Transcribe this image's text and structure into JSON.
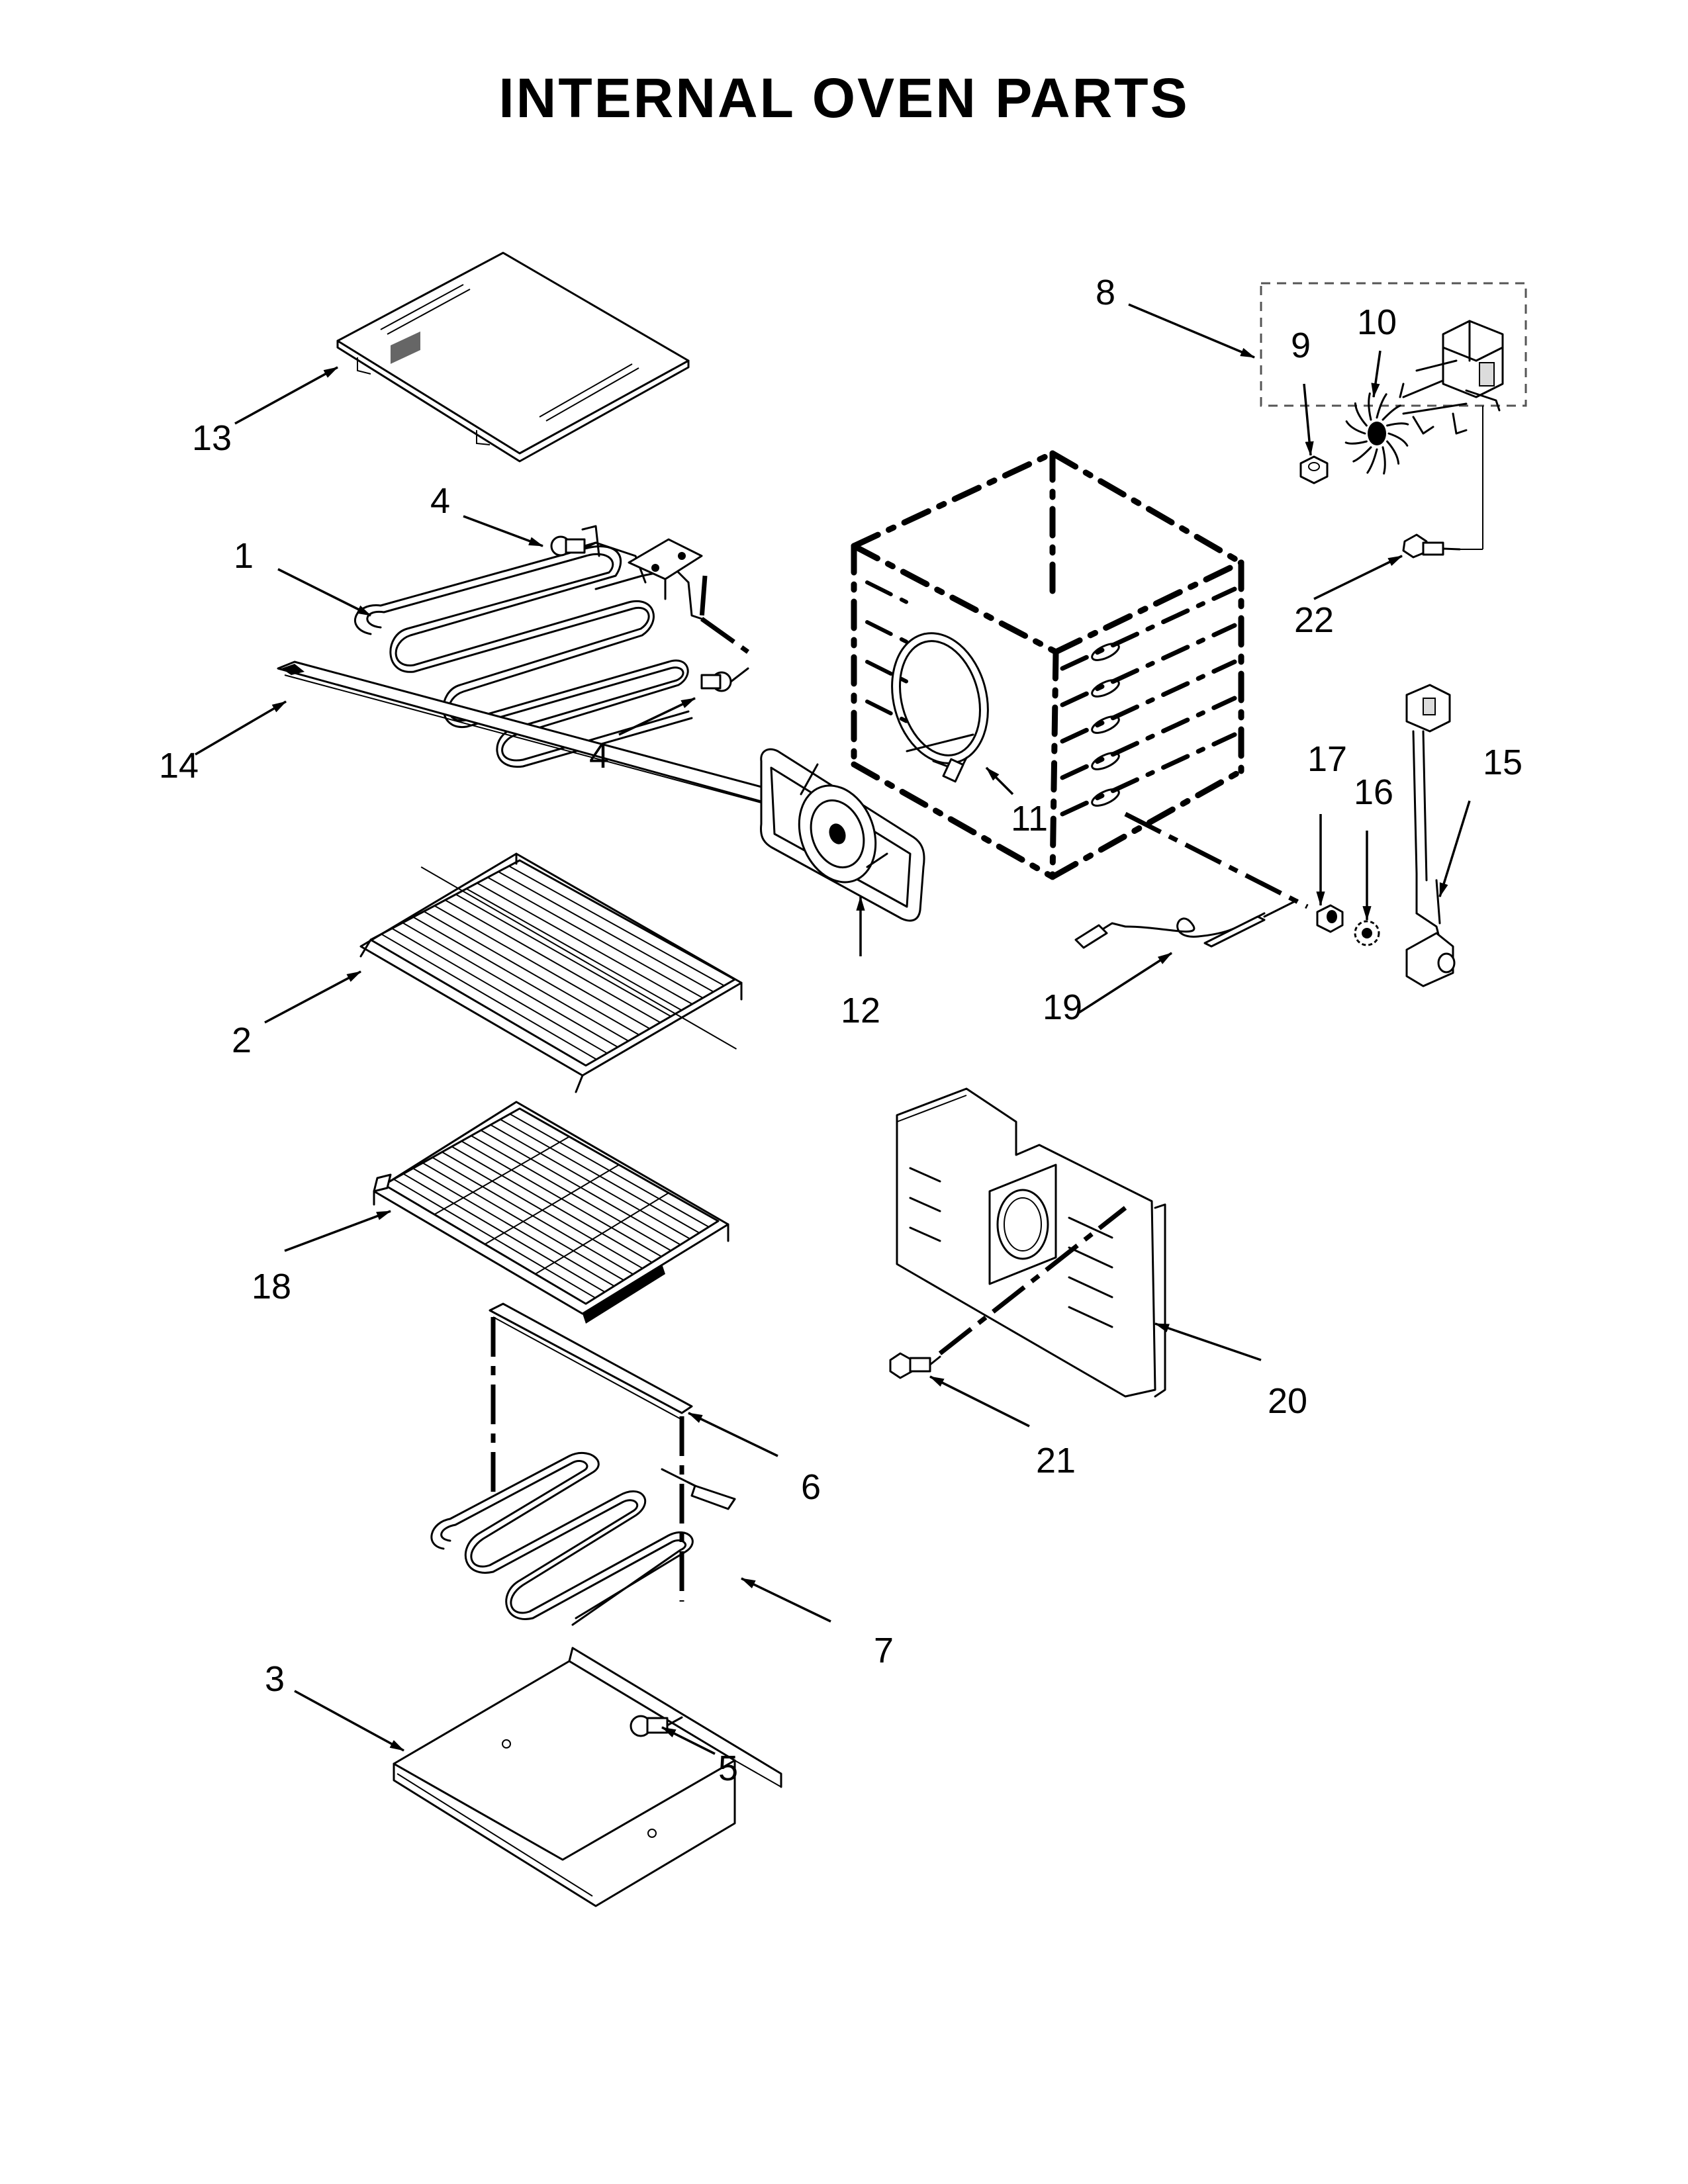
{
  "title": "INTERNAL OVEN PARTS",
  "callouts": [
    {
      "id": "c1",
      "text": "1"
    },
    {
      "id": "c2",
      "text": "2"
    },
    {
      "id": "c3",
      "text": "3"
    },
    {
      "id": "c4a",
      "text": "4"
    },
    {
      "id": "c4b",
      "text": "4"
    },
    {
      "id": "c5",
      "text": "5"
    },
    {
      "id": "c6",
      "text": "6"
    },
    {
      "id": "c7",
      "text": "7"
    },
    {
      "id": "c8",
      "text": "8"
    },
    {
      "id": "c9",
      "text": "9"
    },
    {
      "id": "c10",
      "text": "10"
    },
    {
      "id": "c11",
      "text": "11"
    },
    {
      "id": "c12",
      "text": "12"
    },
    {
      "id": "c13",
      "text": "13"
    },
    {
      "id": "c14",
      "text": "14"
    },
    {
      "id": "c15",
      "text": "15"
    },
    {
      "id": "c16",
      "text": "16"
    },
    {
      "id": "c17",
      "text": "17"
    },
    {
      "id": "c18",
      "text": "18"
    },
    {
      "id": "c19",
      "text": "19"
    },
    {
      "id": "c20",
      "text": "20"
    },
    {
      "id": "c21",
      "text": "21"
    },
    {
      "id": "c22",
      "text": "22"
    }
  ]
}
